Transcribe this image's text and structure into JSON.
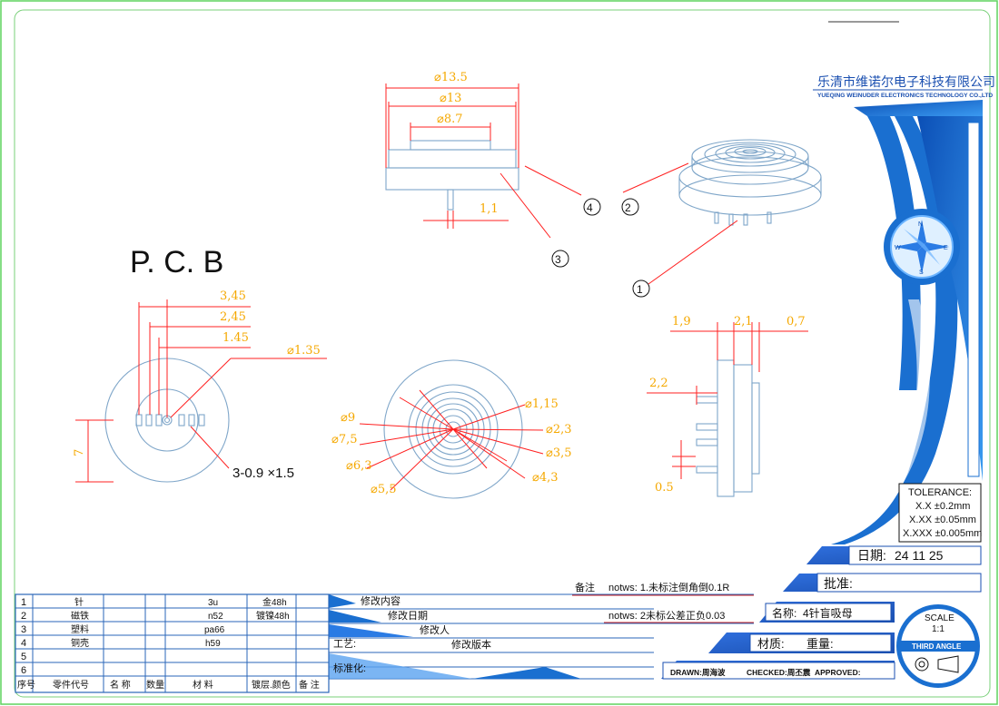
{
  "company": {
    "name_cn": "乐清市维诺尔电子科技有限公司",
    "name_en": "YUEQING WEINUDER ELECTRONICS TECHNOLOGY CO.,LTD"
  },
  "pcb_title": "P. C. B",
  "dims": {
    "top_d135": "⌀13.5",
    "top_d13": "⌀13",
    "top_d87": "⌀8.7",
    "top_11": "1,1",
    "pcb_345": "3,45",
    "pcb_245": "2,45",
    "pcb_145": "1.45",
    "pcb_d135": "⌀1.35",
    "pcb_7": "7",
    "pcb_holes": "3-0.9 ×1.5",
    "f_d9": "⌀9",
    "f_d75": "⌀7,5",
    "f_d63": "⌀6,3",
    "f_d55": "⌀5,5",
    "f_d115": "⌀1,15",
    "f_d23": "⌀2,3",
    "f_d35": "⌀3,5",
    "f_d43": "⌀4,3",
    "s_19": "1,9",
    "s_21": "2,1",
    "s_07": "0,7",
    "s_22": "2,2",
    "s_05": "0.5"
  },
  "balloons": [
    "④",
    "②",
    "③",
    "①"
  ],
  "tolerance": {
    "title": "TOLERANCE:",
    "lines": [
      "X.X ±0.2mm",
      "X.XX ±0.05mm",
      "X.XXX ±0.005mm"
    ]
  },
  "date": {
    "label": "日期:",
    "value": "24 11 25"
  },
  "approve": {
    "label": "批准:"
  },
  "part_name": {
    "label": "名称:",
    "value": "4针盲吸母"
  },
  "material": {
    "label": "材质:",
    "weight_label": "重量:"
  },
  "scale": {
    "label": "SCALE",
    "value": "1:1",
    "projection": "THIRD ANGLE"
  },
  "people": {
    "drawn": "DRAWN:周海波",
    "checked": "CHECKED:周丕震",
    "approved": "APPROVED:"
  },
  "notes": {
    "label": "备注",
    "note1": "notws: 1.未标注倒角倒0.1R",
    "note2": "notws: 2未标公差正负0.03"
  },
  "revision": {
    "content": "修改内容",
    "date": "修改日期",
    "person": "修改人",
    "process": "工艺:",
    "version": "修改版本",
    "standard": "标准化:"
  },
  "bom": {
    "headers": [
      "序号",
      "零件代号",
      "名 称",
      "数量",
      "材  料",
      "镀层.颜色",
      "备 注"
    ],
    "rows": [
      {
        "no": "1",
        "code": "针",
        "material": "3u",
        "plating": "金48h"
      },
      {
        "no": "2",
        "code": "磁铁",
        "material": "n52",
        "plating": "镀镍48h"
      },
      {
        "no": "3",
        "code": "塑料",
        "material": "pa66",
        "plating": ""
      },
      {
        "no": "4",
        "code": "铜壳",
        "material": "h59",
        "plating": ""
      },
      {
        "no": "5",
        "code": "",
        "material": "",
        "plating": ""
      },
      {
        "no": "6",
        "code": "",
        "material": "",
        "plating": ""
      }
    ]
  },
  "compass": {
    "n": "N",
    "s": "S",
    "e": "E",
    "w": "W"
  },
  "colors": {
    "brand_blue": "#1a6fd0",
    "dim_orange": "#f5a800",
    "dim_red": "#ff2020",
    "frame_green": "#5fd35f"
  }
}
